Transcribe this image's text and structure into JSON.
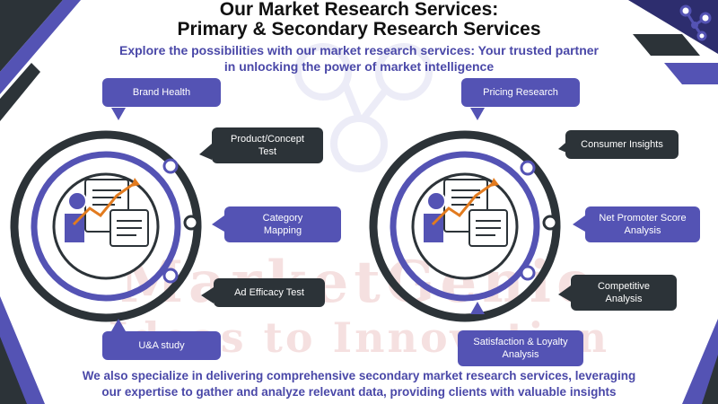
{
  "header": {
    "title_line1": "Our Market Research Services:",
    "title_line2": "Primary & Secondary Research Services",
    "subtitle_line1": "Explore the possibilities with our market research services: Your trusted partner",
    "subtitle_line2": "in unlocking the power of market intelligence"
  },
  "footer": {
    "line1": "We also specialize in delivering comprehensive secondary market research services, leveraging",
    "line2": "our expertise to gather and analyze relevant data, providing clients with valuable insights"
  },
  "watermark": {
    "line1": "MarketGenie",
    "line2": "Ideas to Innovation"
  },
  "left_diagram": {
    "items": [
      {
        "line1": "Brand Health",
        "line2": ""
      },
      {
        "line1": "Product/Concept",
        "line2": "Test"
      },
      {
        "line1": "Category",
        "line2": "Mapping"
      },
      {
        "line1": "Ad Efficacy Test",
        "line2": ""
      },
      {
        "line1": "U&A study",
        "line2": ""
      }
    ]
  },
  "right_diagram": {
    "items": [
      {
        "line1": "Pricing Research",
        "line2": ""
      },
      {
        "line1": "Consumer Insights",
        "line2": ""
      },
      {
        "line1": "Net Promoter Score",
        "line2": "Analysis"
      },
      {
        "line1": "Competitive",
        "line2": "Analysis"
      },
      {
        "line1": "Satisfaction & Loyalty",
        "line2": "Analysis"
      }
    ]
  },
  "colors": {
    "purple": "#5453b4",
    "dark": "#2c3338",
    "navy": "#2d2d6e",
    "title": "#111111",
    "accent_text": "#4a48a8"
  },
  "icons": [
    "network-icon",
    "report-chart-icon"
  ]
}
